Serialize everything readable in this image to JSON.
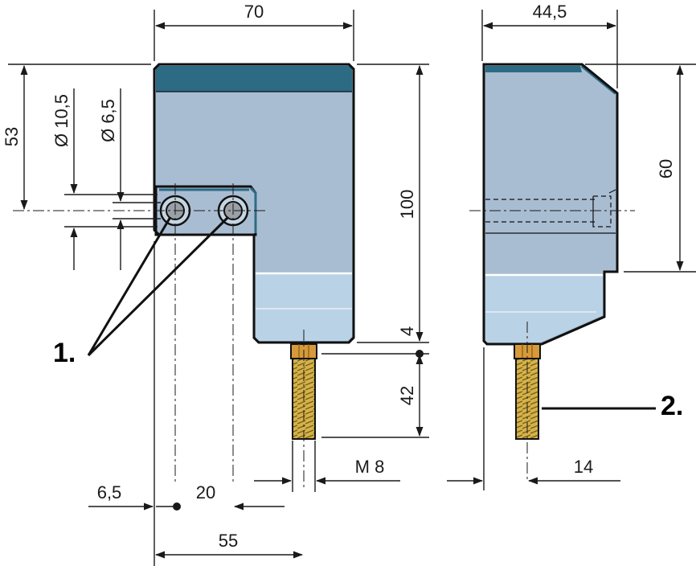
{
  "dimensions": {
    "width_70": "70",
    "width_44_5": "44,5",
    "height_53": "53",
    "dia_10_5": "Ø 10,5",
    "dia_6_5": "Ø 6,5",
    "height_100": "100",
    "height_60": "60",
    "gap_4": "4",
    "thread_len_42": "42",
    "thread_m8": "M 8",
    "offset_6_5": "6,5",
    "pitch_20": "20",
    "width_55": "55",
    "side_14": "14"
  },
  "callouts": {
    "item_1": "1.",
    "item_2": "2."
  },
  "colors": {
    "body_light": "#a9bdd2",
    "body_lower": "#b9d2e6",
    "top_band": "#2d6b84",
    "bolt": "#c9a640",
    "nut": "#d69a3a"
  }
}
